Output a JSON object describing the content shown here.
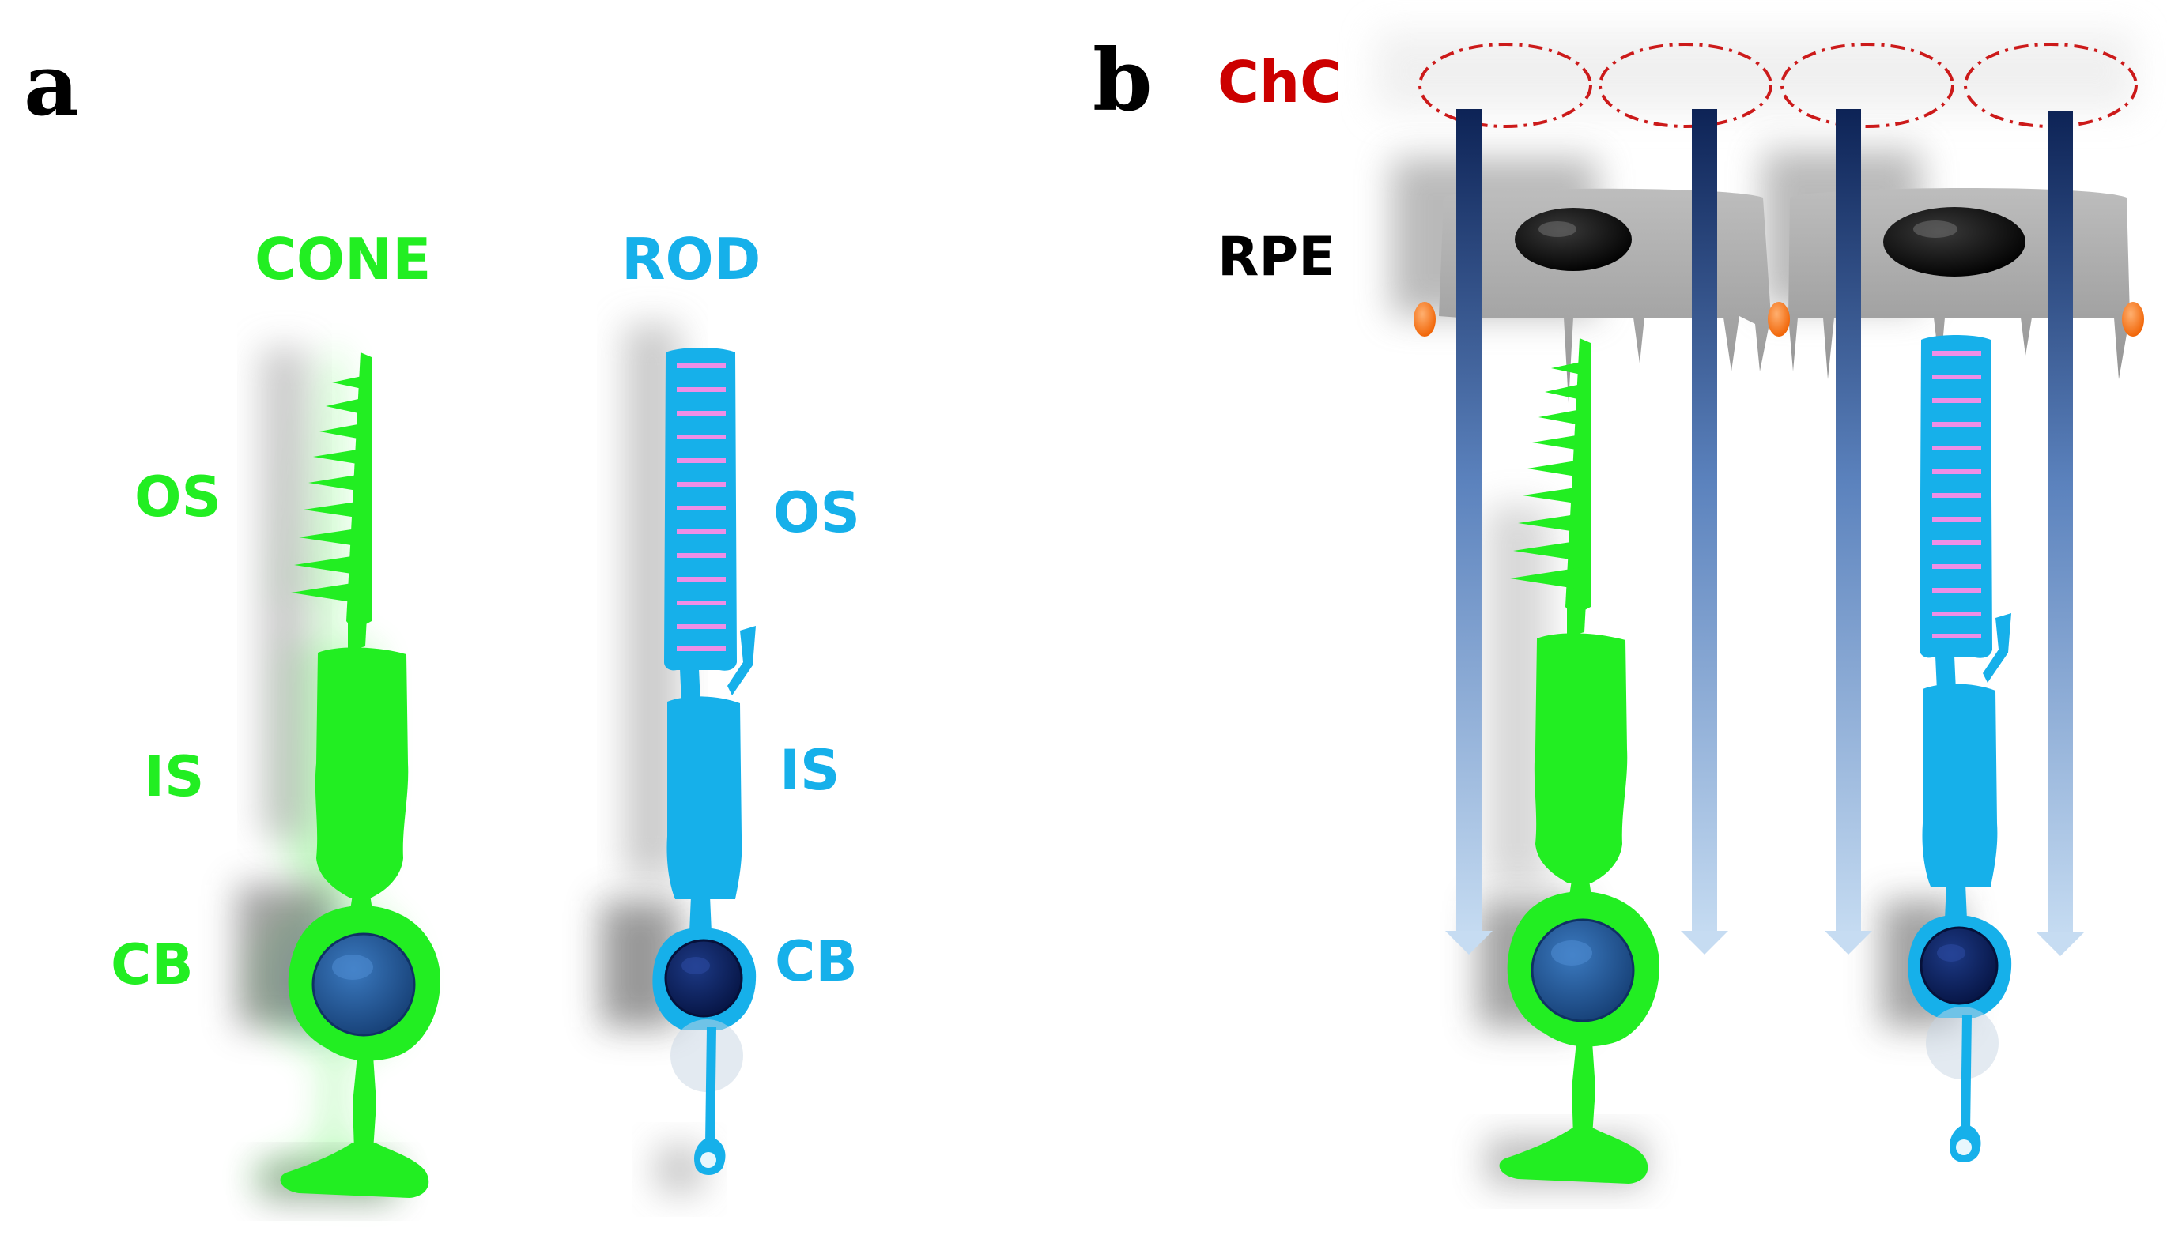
{
  "colors": {
    "cone": "#22ee22",
    "rod": "#16b0ea",
    "rod_disc": "#ee8ee6",
    "nucleus_cone": "#1f5a9a",
    "nucleus_rod": "#0b1e5e",
    "choroid_label": "#cc0000",
    "rpe_label": "#000000",
    "arrow_dark": "#0d2356",
    "arrow_light": "#c6dcf2",
    "rpe_body": "#a5a5a5",
    "junction": "#ff7a10"
  },
  "panel_a": {
    "letter": "a",
    "cone_title": "CONE",
    "rod_title": "ROD",
    "cone_labels": {
      "os": "OS",
      "is": "IS",
      "cb": "CB"
    },
    "rod_labels": {
      "os": "OS",
      "is": "IS",
      "cb": "CB"
    }
  },
  "panel_b": {
    "letter": "b",
    "choroid_label": "ChC",
    "rpe_label": "RPE"
  }
}
